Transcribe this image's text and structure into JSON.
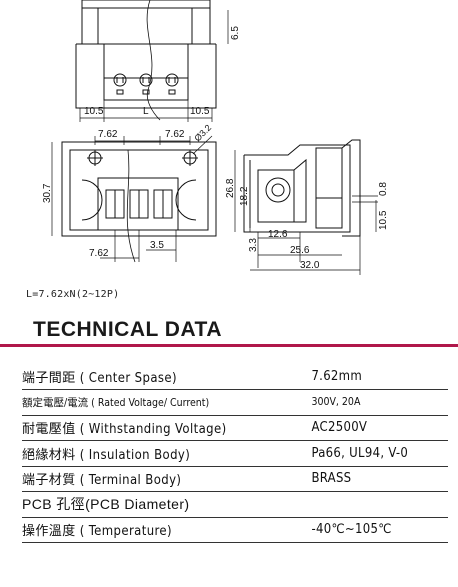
{
  "drawing": {
    "dimensions": {
      "d_6_5": "6.5",
      "d_10_5_left": "10.5",
      "d_L": "L",
      "d_10_5_right": "10.5",
      "d_7_62_top_a": "7.62",
      "d_7_62_top_b": "7.62",
      "d_3_2": "Ø3.2",
      "d_30_7": "30.7",
      "d_7_62_bottom": "7.62",
      "d_3_5": "3.5",
      "d_26_8": "26.8",
      "d_18_2": "18.2",
      "d_3_3": "3.3",
      "d_12_6": "12.6",
      "d_25_6": "25.6",
      "d_32_0": "32.0",
      "d_0_8": "0.8",
      "d_10_5_side": "10.5"
    }
  },
  "formula": "L=7.62xN(2~12P)",
  "section_title": "TECHNICAL DATA",
  "specs": [
    {
      "label": "端子間距 ( Center Spase)",
      "value": "7.62mm"
    },
    {
      "label": "額定電壓/電流 ( Rated Voltage/ Current)",
      "value": "300V, 20A"
    },
    {
      "label": "耐電壓值 ( Withstanding Voltage)",
      "value": "AC2500V"
    },
    {
      "label": "絕緣材料 ( Insulation Body)",
      "value": "Pa66, UL94, V-0"
    },
    {
      "label": "端子材質 ( Terminal Body)",
      "value": "BRASS"
    },
    {
      "label": "PCB 孔徑(PCB Diameter)",
      "value": ""
    },
    {
      "label": "操作溫度 ( Temperature)",
      "value": "-40℃~105℃"
    }
  ]
}
